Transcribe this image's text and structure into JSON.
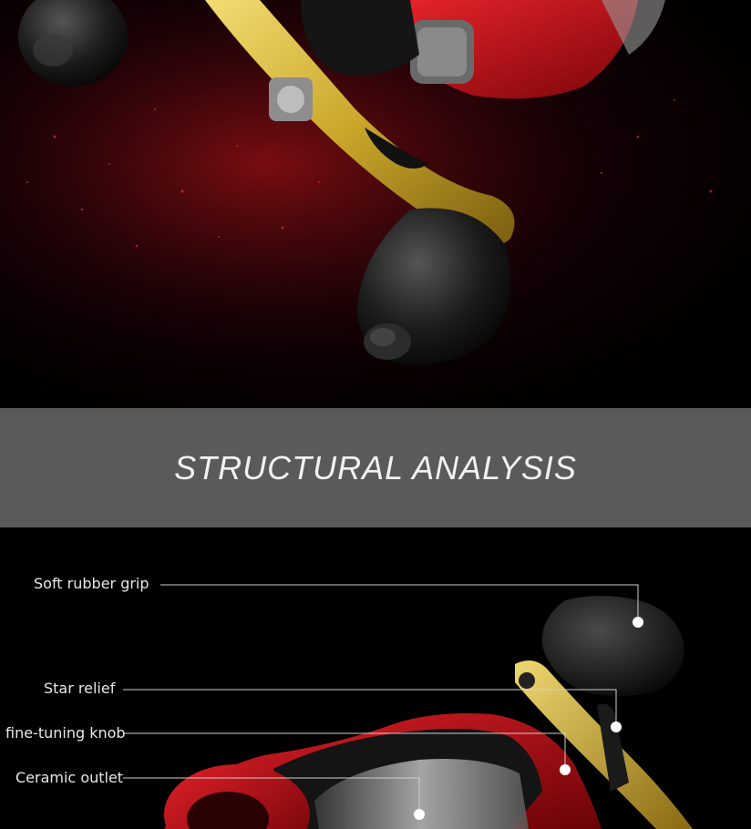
{
  "section": {
    "title": "STRUCTURAL ANALYSIS"
  },
  "callouts": [
    {
      "label": "Soft rubber grip"
    },
    {
      "label": "Star relief"
    },
    {
      "label": "fine-tuning knob"
    },
    {
      "label": "Ceramic outlet"
    }
  ],
  "colors": {
    "reel_red": "#c8101a",
    "handle_gold": "#c9a62a",
    "banner_gray": "#5a5a5a"
  }
}
